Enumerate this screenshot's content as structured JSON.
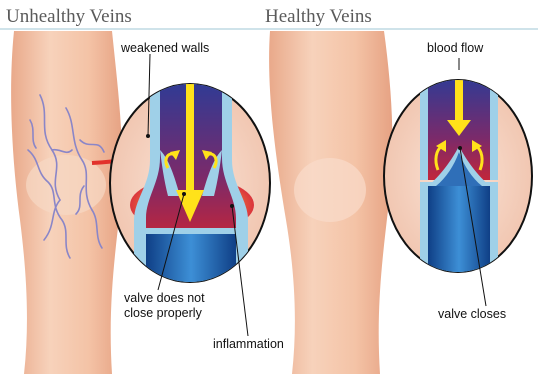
{
  "titles": {
    "unhealthy": "Unhealthy Veins",
    "healthy": "Healthy Veins"
  },
  "labels": {
    "weakened_walls": "weakened walls",
    "valve_not_close_line1": "valve does not",
    "valve_not_close_line2": "close properly",
    "inflammation": "inflammation",
    "blood_flow": "blood flow",
    "valve_closes": "valve closes"
  },
  "colors": {
    "skin": "#f6c9ae",
    "skin_shadow": "#e9a98a",
    "vein_wall": "#9fd0e8",
    "vein_blue": "#1f5fa8",
    "blood_dark": "#3a3f8f",
    "blood_red": "#c2253a",
    "inflammation_orange": "#f28b2a",
    "flow_yellow": "#ffe21a",
    "varicose_purple": "#8a86c8",
    "pointer_red": "#e2322c"
  }
}
